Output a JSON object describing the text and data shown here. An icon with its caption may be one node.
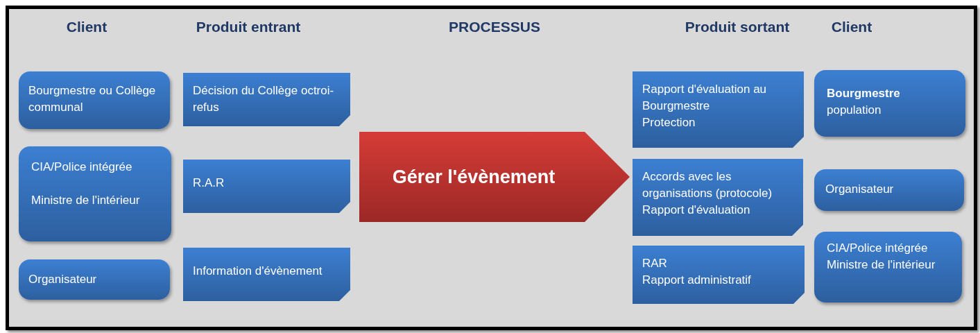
{
  "diagram": {
    "nodes": [
      {
        "text": [
          "Bourgmestre ou Collège communal"
        ]
      },
      {
        "text": [
          "CIA/Police intégrée",
          "Ministre de l'intérieur"
        ]
      },
      {
        "text": [
          "Organisateur"
        ]
      },
      {
        "text": [
          "Décision du Collège octroi-refus"
        ]
      },
      {
        "text": [
          "R.A.R"
        ]
      },
      {
        "text": [
          "Information d'évènement"
        ]
      },
      {
        "text": [
          "Gérer l'évènement"
        ]
      },
      {
        "text": [
          "Rapport d'évaluation au Bourgmestre",
          "Protection"
        ]
      },
      {
        "text": [
          "Accords avec les organisations (protocole)",
          "Rapport d'évaluation"
        ]
      },
      {
        "text": [
          "RAR",
          "Rapport administratif"
        ]
      },
      {
        "text": [
          "Bourgmestre",
          "population"
        ]
      },
      {
        "text": [
          "Organisateur"
        ]
      },
      {
        "text": [
          "CIA/Police intégrée",
          "Ministre de l'intérieur"
        ]
      }
    ],
    "edges": [],
    "labels": [
      "Client",
      "Produit entrant",
      "PROCESSUS",
      "Produit sortant",
      "Client"
    ]
  }
}
